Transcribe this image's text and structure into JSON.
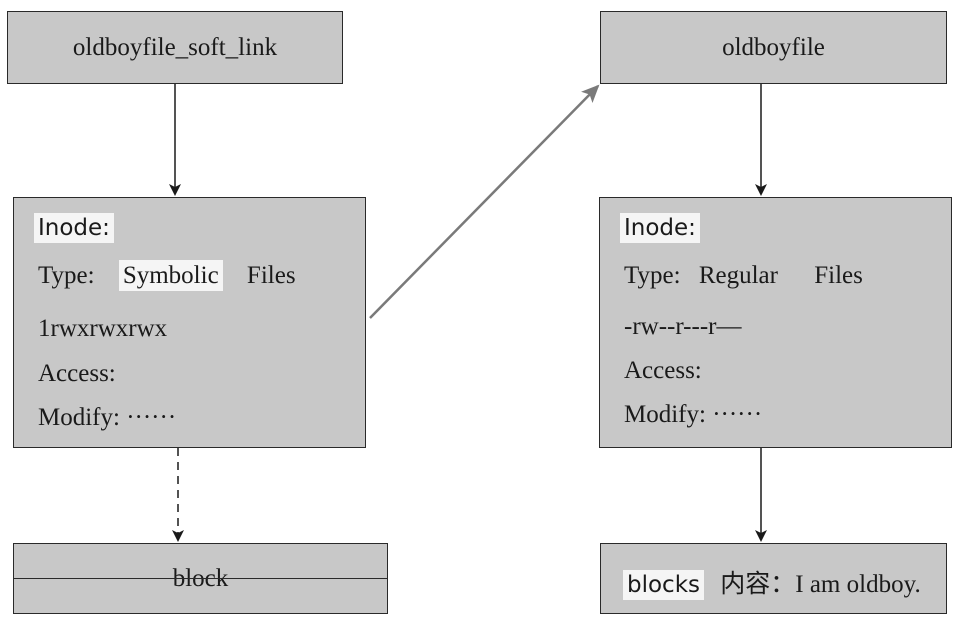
{
  "soft_link_file": {
    "name": "oldboyfile_soft_link"
  },
  "soft_link_inode": {
    "heading": "Inode:",
    "type_prefix": "Type:",
    "type_value": "Symbolic",
    "type_suffix": "Files",
    "permissions": "1rwxrwxrwx",
    "access": "Access:",
    "modify": "Modify: ······"
  },
  "soft_link_block": {
    "label": "block"
  },
  "target_file": {
    "name": "oldboyfile"
  },
  "target_inode": {
    "heading": "Inode:",
    "type_prefix": "Type:",
    "type_value": "Regular",
    "type_suffix": "Files",
    "permissions": "-rw--r---r—",
    "access": "Access:",
    "modify": "Modify: ······"
  },
  "target_blocks": {
    "label": "blocks",
    "content": "内容：I am oldboy."
  }
}
